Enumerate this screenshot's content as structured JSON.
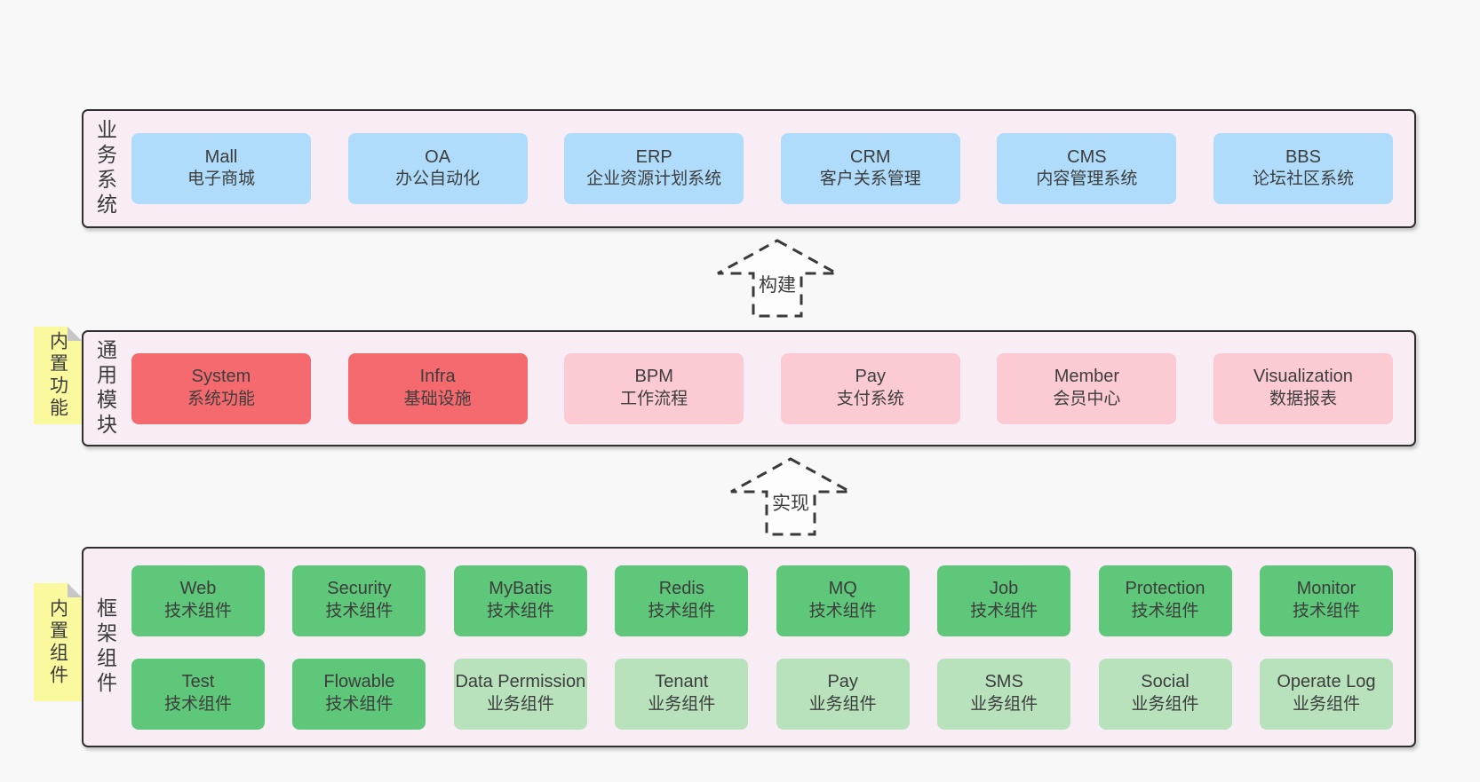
{
  "layers": {
    "business": {
      "label": "业务系统",
      "boxes": [
        {
          "name": "Mall",
          "desc": "电子商城"
        },
        {
          "name": "OA",
          "desc": "办公自动化"
        },
        {
          "name": "ERP",
          "desc": "企业资源计划系统"
        },
        {
          "name": "CRM",
          "desc": "客户关系管理"
        },
        {
          "name": "CMS",
          "desc": "内容管理系统"
        },
        {
          "name": "BBS",
          "desc": "论坛社区系统"
        }
      ]
    },
    "modules": {
      "label": "通用模块",
      "note": "内置功能",
      "boxes": [
        {
          "name": "System",
          "desc": "系统功能"
        },
        {
          "name": "Infra",
          "desc": "基础设施"
        },
        {
          "name": "BPM",
          "desc": "工作流程"
        },
        {
          "name": "Pay",
          "desc": "支付系统"
        },
        {
          "name": "Member",
          "desc": "会员中心"
        },
        {
          "name": "Visualization",
          "desc": "数据报表"
        }
      ]
    },
    "components": {
      "label": "框架组件",
      "note": "内置组件",
      "row1": [
        {
          "name": "Web",
          "desc": "技术组件"
        },
        {
          "name": "Security",
          "desc": "技术组件"
        },
        {
          "name": "MyBatis",
          "desc": "技术组件"
        },
        {
          "name": "Redis",
          "desc": "技术组件"
        },
        {
          "name": "MQ",
          "desc": "技术组件"
        },
        {
          "name": "Job",
          "desc": "技术组件"
        },
        {
          "name": "Protection",
          "desc": "技术组件"
        },
        {
          "name": "Monitor",
          "desc": "技术组件"
        }
      ],
      "row2": [
        {
          "name": "Test",
          "desc": "技术组件"
        },
        {
          "name": "Flowable",
          "desc": "技术组件"
        },
        {
          "name": "Data Permission",
          "desc": "业务组件"
        },
        {
          "name": "Tenant",
          "desc": "业务组件"
        },
        {
          "name": "Pay",
          "desc": "业务组件"
        },
        {
          "name": "SMS",
          "desc": "业务组件"
        },
        {
          "name": "Social",
          "desc": "业务组件"
        },
        {
          "name": "Operate Log",
          "desc": "业务组件"
        }
      ]
    }
  },
  "arrows": {
    "build": "构建",
    "implement": "实现"
  },
  "colors": {
    "canvas_bg": "#f8f8f8",
    "layer_bg": "#f8edf5",
    "layer_border": "#2f2f2f",
    "business_box": "#aedcfa",
    "core_module_box": "#f56a6e",
    "module_box": "#fbcad2",
    "tech_component_box": "#5ec779",
    "biz_component_box": "#b7e2bc",
    "note_bg": "#fbf99e",
    "note_fold": "#c6c6c6",
    "text": "#3d3d3d"
  }
}
